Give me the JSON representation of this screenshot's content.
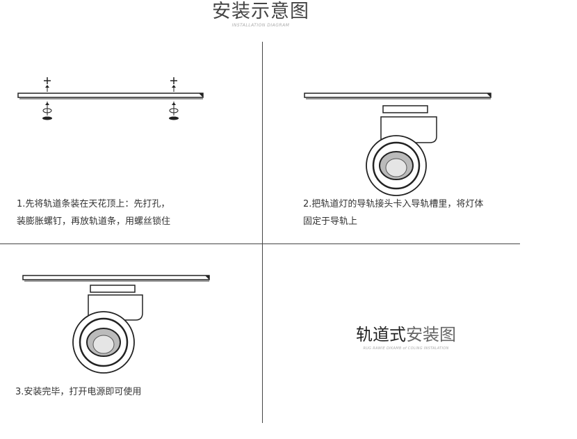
{
  "header": {
    "title": "安装示意图",
    "subtitle": "INSTALLATION DIAGRAM"
  },
  "steps": [
    {
      "line1": "1.先将轨道条装在天花顶上：先打孔，",
      "line2": "装膨胀螺钉，再放轨道条，用螺丝锁住"
    },
    {
      "line1": "2.把轨道灯的导轨接头卡入导轨槽里，将灯体",
      "line2": "固定于导轨上"
    },
    {
      "line1": "3.安装完毕，打开电源即可使用"
    }
  ],
  "panel4": {
    "title_bold": "轨道式",
    "title_light": "安装图",
    "subtitle": "RUG RAWIE DIKAMB of COLING INSTALATION"
  }
}
